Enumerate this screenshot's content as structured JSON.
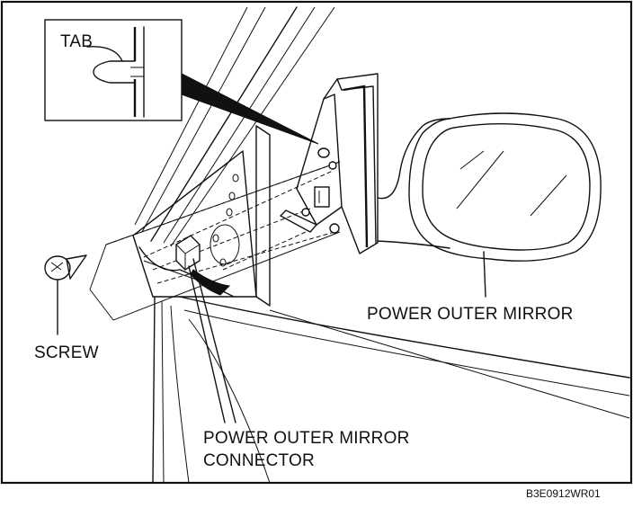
{
  "figure": {
    "code": "B3E0912WR01",
    "callouts": {
      "tab": "TAB",
      "screw": "SCREW",
      "mirror": "POWER OUTER MIRROR",
      "connector_line1": "POWER OUTER MIRROR",
      "connector_line2": "CONNECTOR"
    }
  }
}
